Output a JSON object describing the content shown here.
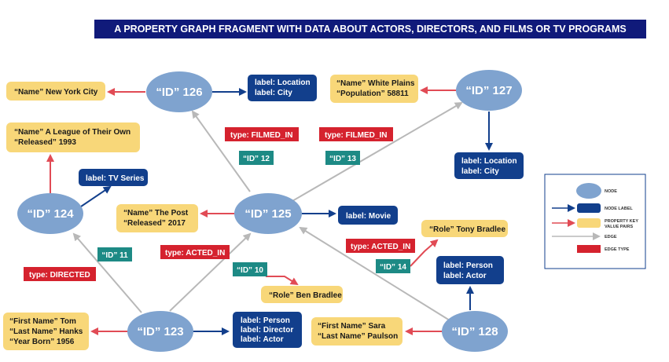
{
  "title": "A PROPERTY GRAPH FRAGMENT WITH DATA ABOUT ACTORS, DIRECTORS, AND FILMS OR TV PROGRAMS",
  "colors": {
    "node": "#7fa3cf",
    "label_box": "#123f8c",
    "property_box": "#f8d779",
    "edge_type_box": "#d5222e",
    "edge_id_box": "#1d8a85",
    "edge": "#b8b8b8",
    "label_arrow": "#123f8c",
    "property_arrow": "#e14b55"
  },
  "nodes": [
    {
      "id": "n126",
      "text": "“ID” 126"
    },
    {
      "id": "n127",
      "text": "“ID” 127"
    },
    {
      "id": "n124",
      "text": "“ID” 124"
    },
    {
      "id": "n125",
      "text": "“ID” 125"
    },
    {
      "id": "n123",
      "text": "“ID” 123"
    },
    {
      "id": "n128",
      "text": "“ID” 128"
    }
  ],
  "label_boxes": [
    {
      "id": "lb126",
      "lines": [
        "label: Location",
        "label: City"
      ]
    },
    {
      "id": "lb127",
      "lines": [
        "label: Location",
        "label: City"
      ]
    },
    {
      "id": "lb124",
      "lines": [
        "label: TV Series"
      ]
    },
    {
      "id": "lb125",
      "lines": [
        "label: Movie"
      ]
    },
    {
      "id": "lb123",
      "lines": [
        "label: Person",
        "label: Director",
        "label: Actor"
      ]
    },
    {
      "id": "lb128",
      "lines": [
        "label: Person",
        "label: Actor"
      ]
    }
  ],
  "property_boxes": [
    {
      "id": "pb126",
      "lines": [
        "“Name” New York City"
      ]
    },
    {
      "id": "pb127",
      "lines": [
        "“Name” White Plains",
        "“Population” 58811"
      ]
    },
    {
      "id": "pb124",
      "lines": [
        "“Name” A League of Their Own",
        "“Released” 1993"
      ]
    },
    {
      "id": "pb125",
      "lines": [
        "“Name” The Post",
        "“Released” 2017"
      ]
    },
    {
      "id": "pb123",
      "lines": [
        "“First Name” Tom",
        "“Last Name” Hanks",
        "“Year Born” 1956"
      ]
    },
    {
      "id": "pb128",
      "lines": [
        "“First Name” Sara",
        "“Last Name” Paulson"
      ]
    },
    {
      "id": "pbe10",
      "lines": [
        "“Role” Ben Bradlee"
      ]
    },
    {
      "id": "pbe14",
      "lines": [
        "“Role” Tony Bradlee"
      ]
    }
  ],
  "edge_types": [
    {
      "id": "t12",
      "text": "type: FILMED_IN"
    },
    {
      "id": "t13",
      "text": "type: FILMED_IN"
    },
    {
      "id": "t11",
      "text": "type: DIRECTED"
    },
    {
      "id": "t10",
      "text": "type: ACTED_IN"
    },
    {
      "id": "t14",
      "text": "type: ACTED_IN"
    }
  ],
  "edge_ids": [
    {
      "id": "e12",
      "text": "“ID” 12"
    },
    {
      "id": "e13",
      "text": "“ID” 13"
    },
    {
      "id": "e11",
      "text": "“ID” 11"
    },
    {
      "id": "e10",
      "text": "“ID” 10"
    },
    {
      "id": "e14",
      "text": "“ID” 14"
    }
  ],
  "legend": {
    "node": "NODE",
    "node_label": "NODE LABEL",
    "property_line1": "PROPERTY KEY",
    "property_line2": "VALUE PAIRS",
    "edge": "EDGE",
    "edge_type": "EDGE TYPE"
  }
}
